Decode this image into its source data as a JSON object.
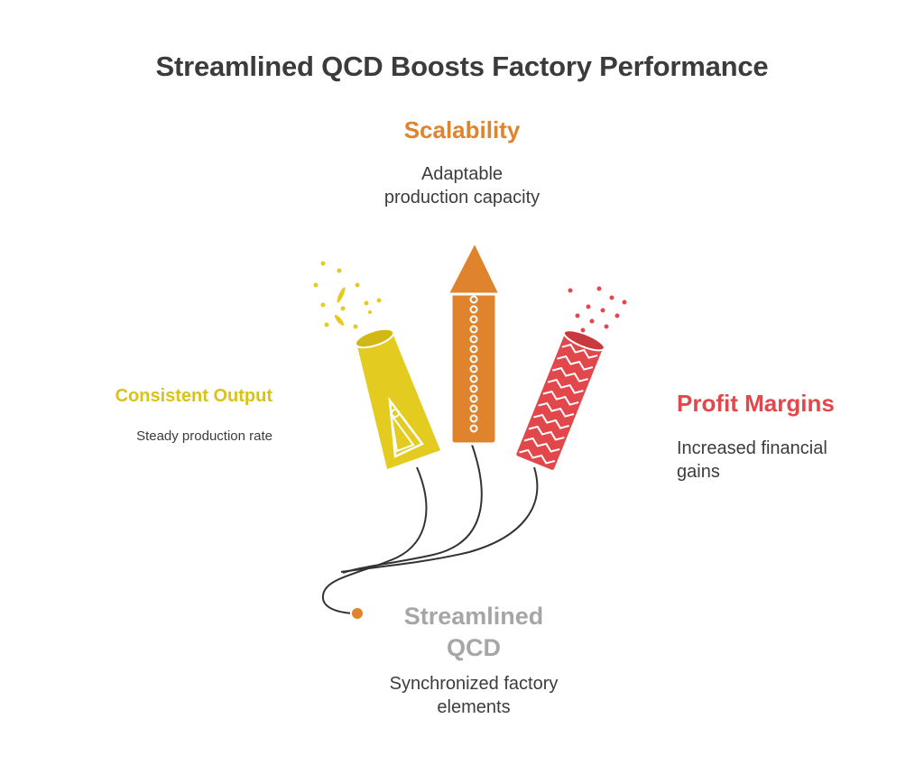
{
  "title": "Streamlined QCD Boosts Factory Performance",
  "nodes": {
    "scalability": {
      "heading": "Scalability",
      "description_lines": [
        "Adaptable",
        "production capacity"
      ],
      "color": "#E0832D"
    },
    "consistent_output": {
      "heading": "Consistent Output",
      "description_lines": [
        "Steady production rate"
      ],
      "color": "#D9C21A"
    },
    "profit_margins": {
      "heading": "Profit Margins",
      "description_lines": [
        "Increased financial",
        "gains"
      ],
      "color": "#E2474B"
    },
    "streamlined_qcd": {
      "heading_lines": [
        "Streamlined",
        "QCD"
      ],
      "description_lines": [
        "Synchronized factory",
        "elements"
      ],
      "color": "#A6A6A6"
    }
  },
  "colors": {
    "yellow": "#E3CB1F",
    "orange": "#E0832D",
    "red": "#E2474B",
    "gray": "#A6A6A6",
    "fuse": "#333333"
  },
  "icons": [
    "cone-firework-icon",
    "rocket-firework-icon",
    "zigzag-firework-icon",
    "fuse-lines",
    "spark-dots"
  ]
}
